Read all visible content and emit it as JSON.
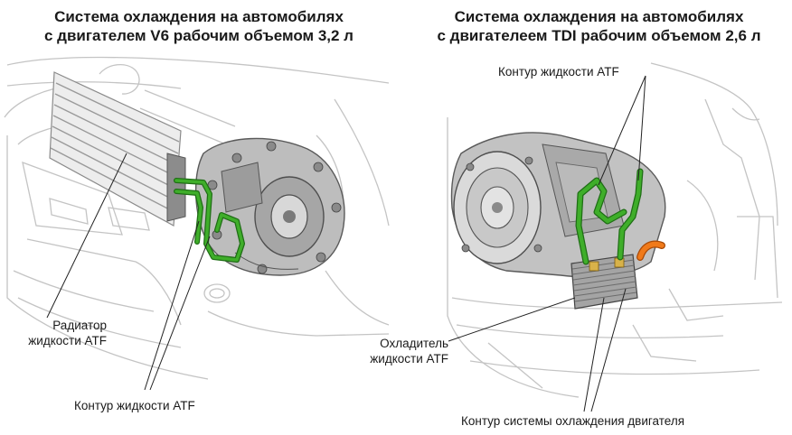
{
  "left_panel": {
    "title_line1": "Система охлаждения на автомобилях",
    "title_line2": "с двигателем V6 рабочим объемом 3,2 л",
    "label_radiator_line1": "Радиатор",
    "label_radiator_line2": "жидкости ATF",
    "label_atf_circuit": "Контур жидкости ATF"
  },
  "right_panel": {
    "title_line1": "Система охлаждения на автомобилях",
    "title_line2": "с двигателеем TDI рабочим объемом 2,6 л",
    "label_atf_circuit": "Контур жидкости ATF",
    "label_cooler_line1": "Охладитель",
    "label_cooler_line2": "жидкости ATF",
    "label_engine_circuit": "Контур системы охлаждения двигателя"
  },
  "colors": {
    "atf_line": "#3fae2a",
    "atf_line_dark": "#1f6e15",
    "engine_coolant_hose": "#f07a1a",
    "gearbox": "#b9b9b9",
    "gearbox_dark": "#6e6e6e",
    "body_outline": "#c4c4c4"
  }
}
